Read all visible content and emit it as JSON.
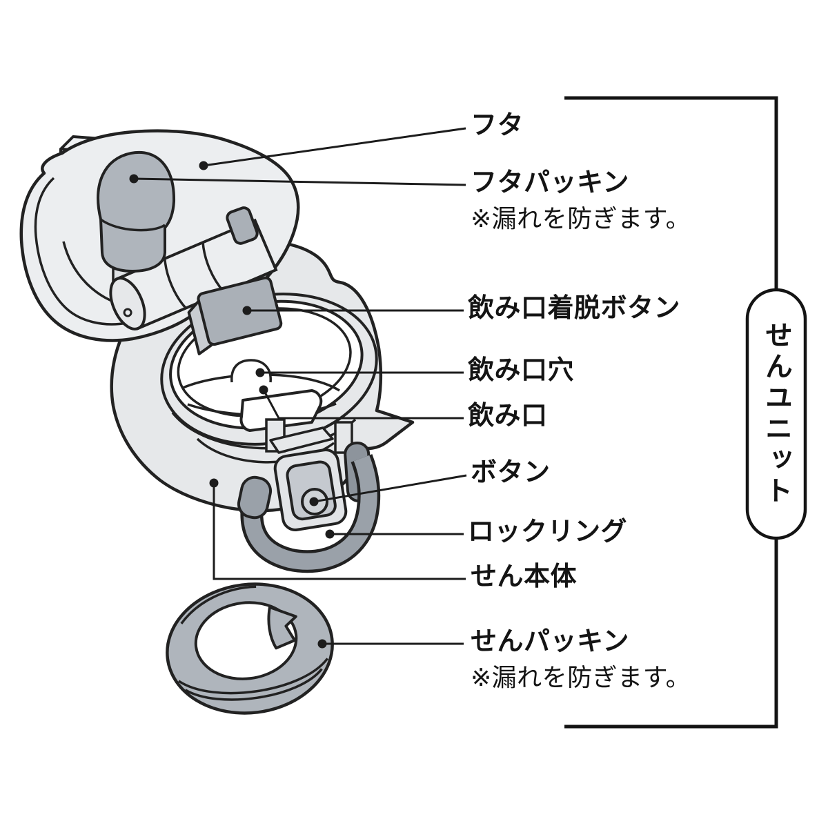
{
  "figure": {
    "unit_label": "せんユニット",
    "labels": [
      {
        "text": "フタ"
      },
      {
        "text": "フタパッキン",
        "note": "※漏れを防ぎます。"
      },
      {
        "text": "飲み口着脱ボタン"
      },
      {
        "text": "飲み口穴"
      },
      {
        "text": "飲み口"
      },
      {
        "text": "ボタン"
      },
      {
        "text": "ロックリング"
      },
      {
        "text": "せん本体"
      },
      {
        "text": "せんパッキン",
        "note": "※漏れを防ぎます。"
      }
    ],
    "colors": {
      "line": "#222222",
      "leader": "#1c1c1c",
      "body_fill": "#e6e8ea",
      "lid_fill": "#eceef0",
      "gasket_gray": "#afb5bc",
      "plate_gray": "#c5c9cf",
      "lock_ring_gray": "#9aa1a9",
      "anchor_gray": "#8d949c",
      "white": "#ffffff"
    }
  }
}
